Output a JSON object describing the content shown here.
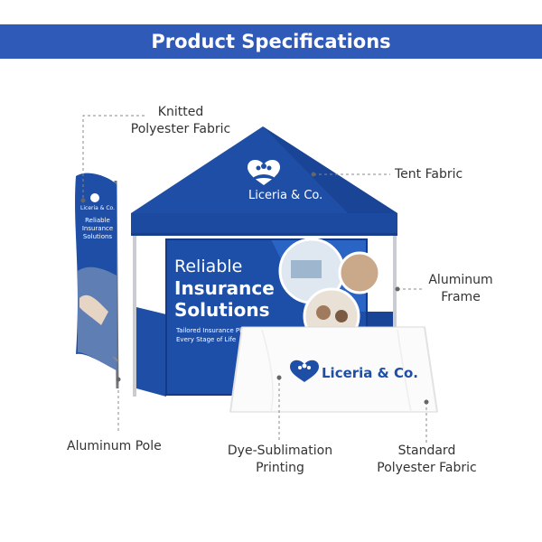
{
  "header": {
    "title": "Product Specifications"
  },
  "colors": {
    "header_bg": "#2f5ab8",
    "tent_blue": "#1f4ea6",
    "dark_blue": "#14357a",
    "white": "#ffffff"
  },
  "callouts": {
    "knitted_line1": "Knitted",
    "knitted_line2": "Polyester Fabric",
    "tent_fabric": "Tent Fabric",
    "aluminum_frame_line1": "Aluminum",
    "aluminum_frame_line2": "Frame",
    "aluminum_pole": "Aluminum Pole",
    "dye_line1": "Dye-Sublimation",
    "dye_line2": "Printing",
    "standard_line1": "Standard",
    "standard_line2": "Polyester Fabric"
  },
  "brand": {
    "name": "Liceria & Co.",
    "logo_icon": "heart-family-icon"
  },
  "banner": {
    "line1": "Reliable",
    "line2": "Insurance",
    "line3": "Solutions",
    "tagline1": "Tailored Insurance Pla",
    "tagline2": "Every Stage of Life"
  },
  "flag": {
    "line1": "Reliable",
    "line2": "Insurance",
    "line3": "Solutions"
  }
}
